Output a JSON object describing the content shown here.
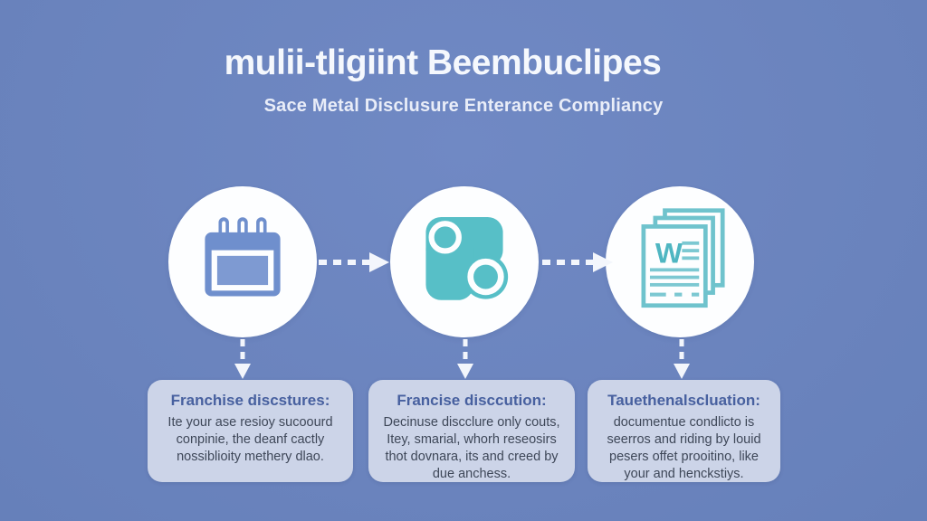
{
  "page": {
    "title": "mulii-tligiint Beembuclipes",
    "subtitle": "Sace Metal Disclusure Enterance Compliancy"
  },
  "steps": [
    {
      "icon": "calendar-icon",
      "heading": "Franchise discstures:",
      "body": "Ite your ase resioy sucoourd conpinie, the deanf cactly nossiblioity methery dlao."
    },
    {
      "icon": "shapes-icon",
      "heading": "Francise disccution:",
      "body": "Decinuse discclure only couts, Itey, smarial, whorh reseosirs thot dovnara, its and creed by due anchess."
    },
    {
      "icon": "word-documents-icon",
      "heading": "Tauethenalscluation:",
      "body": "documentue condlicto is seerros and riding by louid pesers offet prooitino, like your and henckstiys."
    }
  ],
  "icons": {
    "document_letter": "W"
  },
  "colors": {
    "background": "#6b84be",
    "circle_fill": "#fdfeff",
    "calendar_blue": "#6f8fcd",
    "calendar_inner_blue": "#7e9ad2",
    "teal": "#57bfc7",
    "doc_outline_teal": "#6fc3cd",
    "box_bg": "#ccd4e8",
    "heading_text": "#47609f",
    "body_text": "#3e4758",
    "title_text": "#f5f8fd",
    "arrow": "#f3f6fc"
  }
}
